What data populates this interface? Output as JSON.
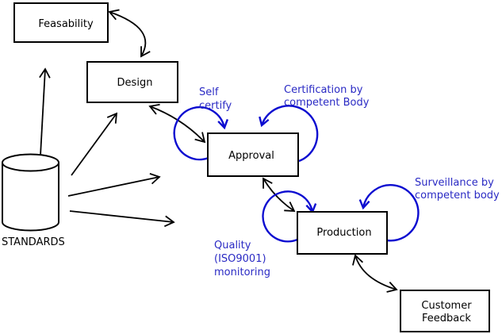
{
  "diagram": {
    "boxes": {
      "feasability": "Feasability",
      "design": "Design",
      "approval": "Approval",
      "production": "Production",
      "customer_feedback_line1": "Customer",
      "customer_feedback_line2": "Feedback"
    },
    "datastore": {
      "label": "STANDARDS"
    },
    "annotations": {
      "self_certify_line1": "Self",
      "self_certify_line2": "certify",
      "certification_line1": "Certification by",
      "certification_line2": "competent Body",
      "surveillance_line1": "Surveillance by",
      "surveillance_line2": "competent body",
      "quality_line1": "Quality",
      "quality_line2": "(ISO9001)",
      "quality_line3": "monitoring"
    },
    "colors": {
      "line_black": "#000000",
      "annotation_blue": "#2a2ac4",
      "loop_blue": "#0b0bd0",
      "background": "#ffffff"
    }
  }
}
